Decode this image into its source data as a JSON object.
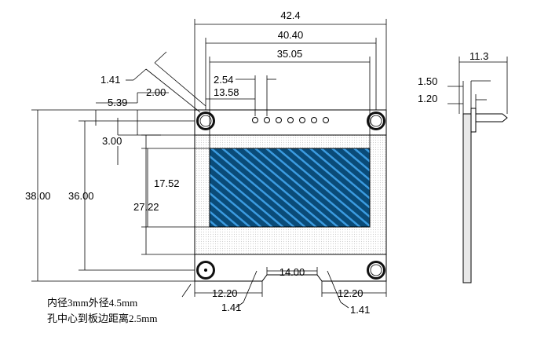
{
  "dimensions": {
    "overall_width": "42.4",
    "hole_pitch_x": "40.40",
    "display_area_width": "35.05",
    "pin_pitch": "2.54",
    "pin_offset": "13.58",
    "pin_hole_dia": "1.41",
    "hole_offset_2": "2.00",
    "hole_offset_5": "5.39",
    "display_top_offset": "3.00",
    "active_area_height": "17.52",
    "active_area_offset": "27.22",
    "board_height": "38.00",
    "hole_pitch_y": "36.00",
    "bottom_notch_width": "14.00",
    "bottom_left_margin": "12.20",
    "bottom_right_margin": "12.20",
    "bottom_left_dia": "1.41",
    "bottom_right_dia": "1.41",
    "side_depth": "11.3",
    "side_pin_1": "1.50",
    "side_pin_2": "1.20"
  },
  "notes": {
    "line1": "内径3mm外径4.5mm",
    "line2": "孔中心到板边距离2.5mm"
  },
  "colors": {
    "screen_blue": "#0a4b78",
    "stripe": "#3b9be0",
    "dots": "#f3f3f3"
  }
}
